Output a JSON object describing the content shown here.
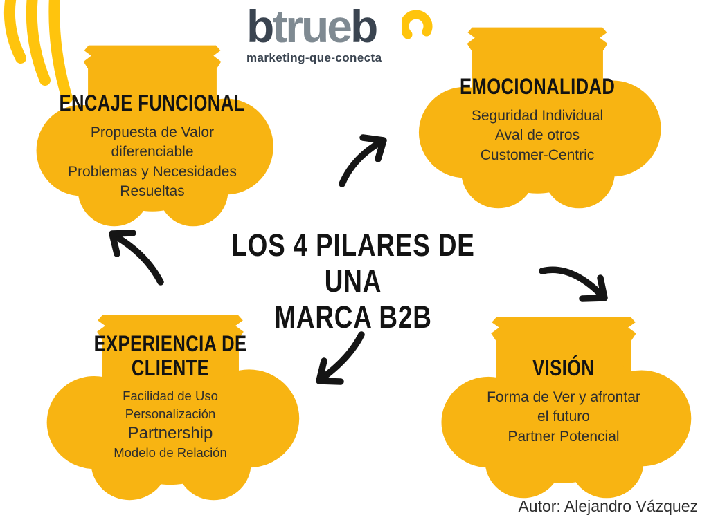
{
  "colors": {
    "cloud": "#F8B412",
    "accent": "#FFC40D",
    "arrow": "#151515",
    "logo_dark": "#3A4450",
    "logo_gray": "#7F8A92",
    "text_dark": "#2D2D2D",
    "title_black": "#131313"
  },
  "logo": {
    "first": "b",
    "middle": "true",
    "last": "b",
    "tagline": "marketing-que-conecta"
  },
  "main_title": {
    "line1": "LOS 4 PILARES DE UNA",
    "line2": "MARCA B2B"
  },
  "pillars": [
    {
      "title": "ENCAJE FUNCIONAL",
      "lines": [
        "Propuesta de Valor",
        "diferenciable",
        "Problemas y Necesidades",
        "Resueltas"
      ]
    },
    {
      "title": "EMOCIONALIDAD",
      "lines": [
        "Seguridad Individual",
        "Aval de otros",
        "Customer-Centric"
      ]
    },
    {
      "title": "EXPERIENCIA DE CLIENTE",
      "lines": [
        "Facilidad de Uso",
        "Personalización",
        "Partnership",
        "Modelo de Relación"
      ]
    },
    {
      "title": "VISIÓN",
      "lines": [
        "Forma de Ver y afrontar",
        "el futuro",
        "Partner Potencial"
      ]
    }
  ],
  "author": "Autor: Alejandro Vázquez"
}
